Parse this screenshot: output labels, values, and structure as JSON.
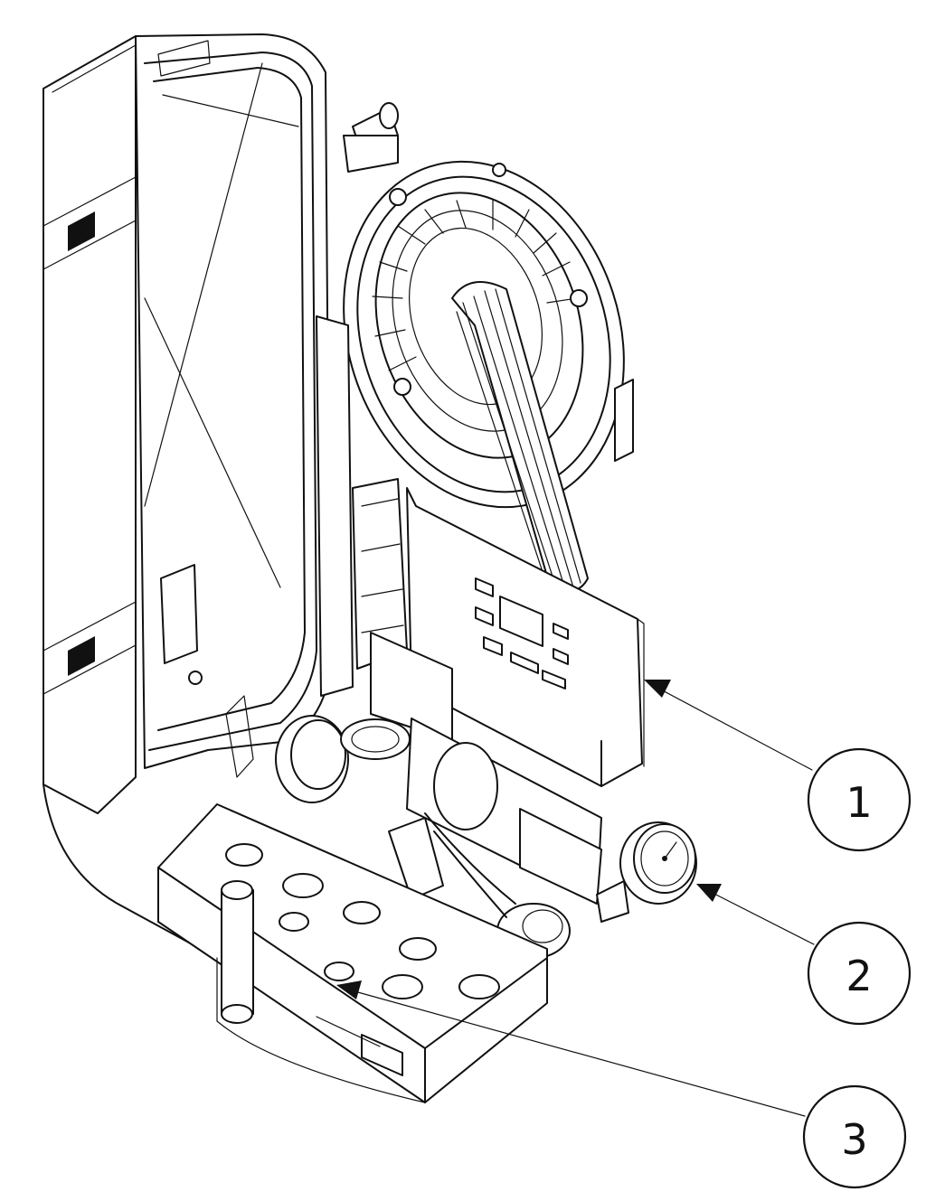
{
  "diagram": {
    "callouts": [
      {
        "label": "1"
      },
      {
        "label": "2"
      },
      {
        "label": "3"
      }
    ],
    "colors": {
      "line": "#111111",
      "background": "#ffffff"
    }
  }
}
